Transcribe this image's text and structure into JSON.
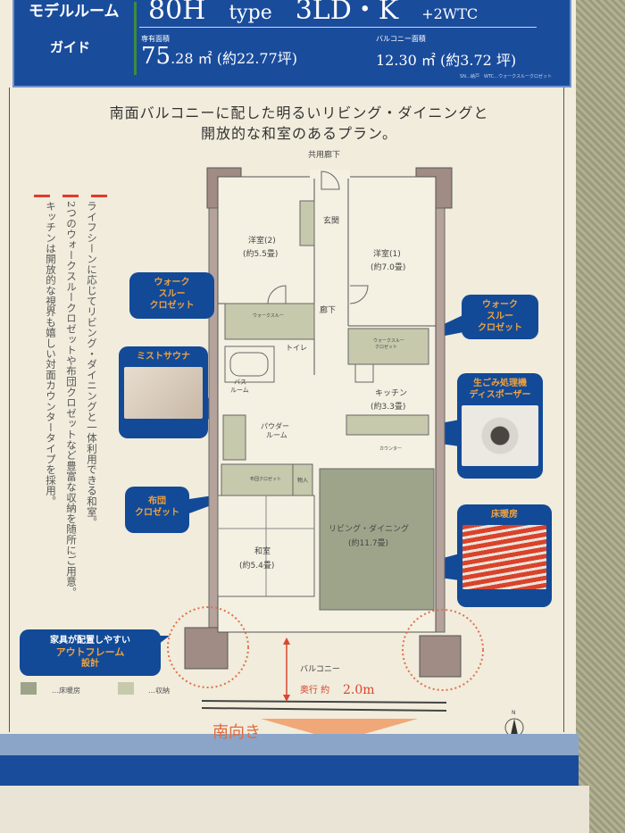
{
  "header": {
    "model_room": "モデルルーム",
    "guide": "ガイド",
    "type_code": "80H",
    "type_word": "type",
    "layout": "3LD・K",
    "extra": "+2WTC",
    "floor_area_label": "専有面積",
    "floor_area_int": "75",
    "floor_area_rest": ".28 ㎡ (約22.77坪)",
    "balcony_area_label": "バルコニー面積",
    "balcony_area": "12.30 ㎡ (約3.72 坪)",
    "note": "SN…納戸　WTC…ウォークスルークロゼット"
  },
  "title": {
    "line1": "南面バルコニーに配した明るいリビング・ダイニングと",
    "line2": "開放的な和室のあるプラン。"
  },
  "description": [
    "ライフシーンに応じてリビング・ダイニングと一体利用できる和室。",
    "2つのウォークスルークロゼットや布団クロゼットなど豊富な収納を随所にご用意。",
    "キッチンは開放的な視界も嬉しい対面カウンタータイプを採用。"
  ],
  "callouts": {
    "wtc_left": "ウォーク\nスルー\nクロゼット",
    "mist_sauna": "ミストサウナ",
    "futon_1": "布団",
    "futon_2": "クロゼット",
    "outframe_1": "家具が配置しやすい",
    "outframe_2": "アウトフレーム",
    "outframe_3": "設計",
    "wtc_right_1": "ウォーク",
    "wtc_right_2": "スルー",
    "wtc_right_3": "クロゼット",
    "disposer_1": "生ごみ処理機",
    "disposer_2": "ディスポーザー",
    "floor_heating": "床暖房"
  },
  "plan": {
    "corridor": "共用廊下",
    "entrance": "玄関",
    "hall": "廊下",
    "room2": "洋室(2)",
    "room2_size": "(約5.5畳)",
    "room1": "洋室(1)",
    "room1_size": "(約7.0畳)",
    "wtc_small": "ウォークスルー",
    "wtc_small2": "クロゼット",
    "toilet": "トイレ",
    "bath": "バス",
    "bath2": "ルーム",
    "powder": "パウダー",
    "powder2": "ルーム",
    "kitchen": "キッチン",
    "kitchen_size": "(約3.3畳)",
    "counter": "カウンター",
    "futon_closet": "布団クロゼット",
    "storage": "物入",
    "living": "リビング・ダイニング",
    "living_size": "(約11.7畳)",
    "washitsu": "和室",
    "washitsu_size": "(約5.4畳)",
    "balcony": "バルコニー",
    "depth_label": "奥行 約",
    "depth_value": "2.0m",
    "compass": "N"
  },
  "legend": {
    "floor_heating": "…床暖房",
    "storage": "…収納"
  },
  "orientation": "南向き",
  "colors": {
    "brand_blue": "#1a4c9c",
    "accent_orange": "#f0a23c",
    "heated_floor": "#9ea48a",
    "storage": "#c7c9ad",
    "wall": "#a08c85"
  }
}
